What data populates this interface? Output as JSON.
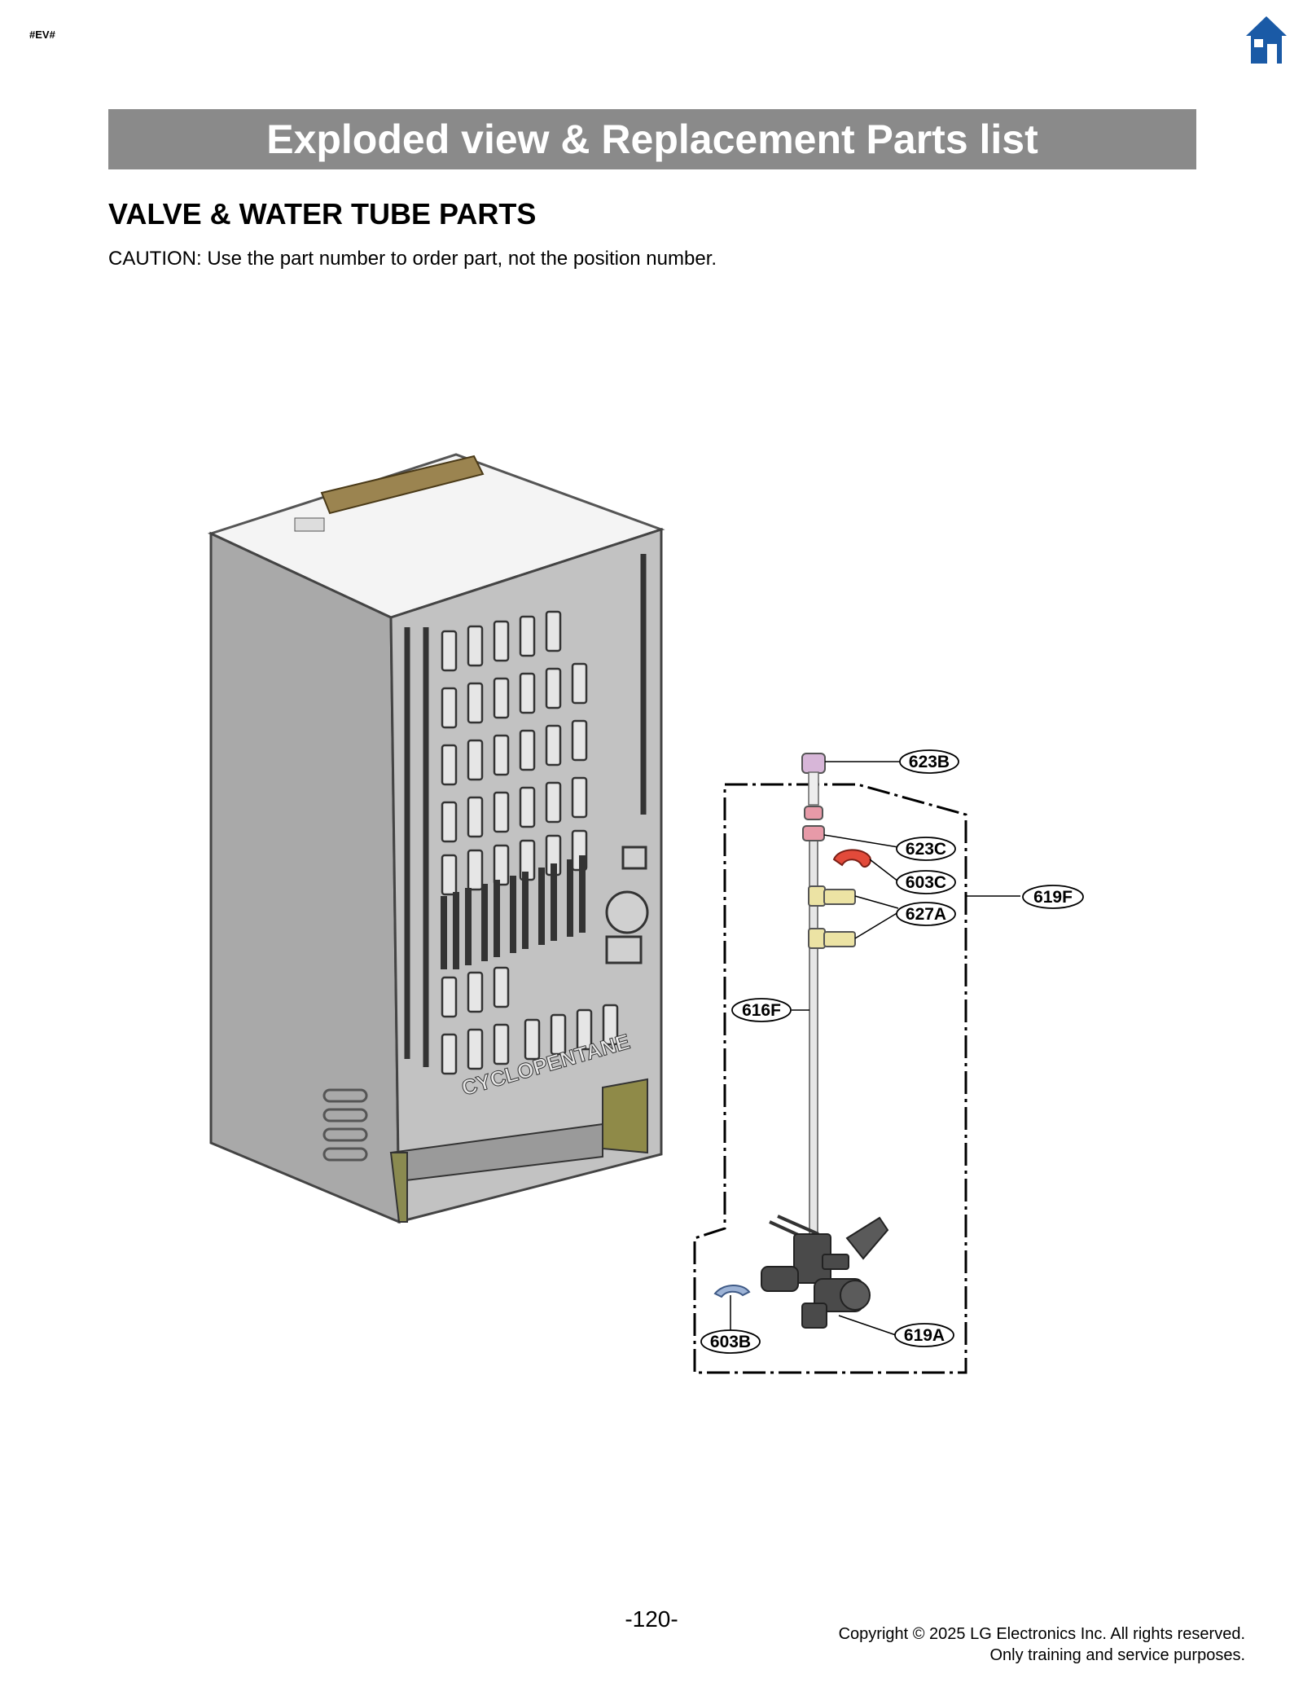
{
  "page_tag": "#EV#",
  "header": {
    "title": "Exploded view & Replacement Parts list"
  },
  "section": {
    "title": "VALVE & WATER TUBE PARTS",
    "caution": "CAUTION: Use the part number to order part, not the position number."
  },
  "diagram": {
    "cabinet_label": "CYCLOPENTANE",
    "callouts": [
      "623B",
      "623C",
      "603C",
      "627A",
      "619F",
      "616F",
      "603B",
      "619A"
    ]
  },
  "footer": {
    "page_number": "-120-",
    "copyright_line1": "Copyright © 2025 LG Electronics Inc. All rights reserved.",
    "copyright_line2": "Only training and service purposes."
  },
  "colors": {
    "banner": "#8a8a8a",
    "home_icon": "#1a5aa6"
  },
  "icons": {
    "home": "home-icon"
  }
}
